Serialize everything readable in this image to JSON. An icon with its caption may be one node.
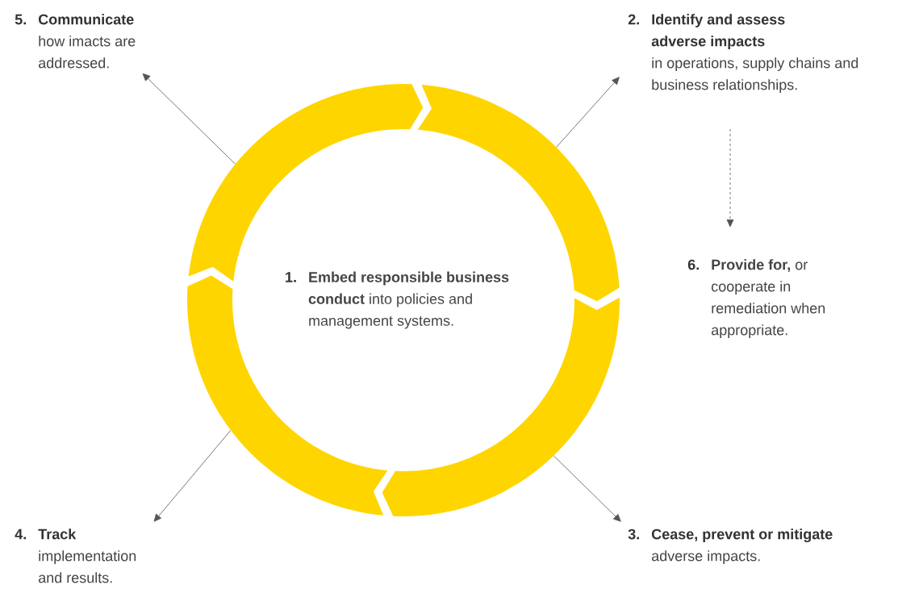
{
  "diagram": {
    "nodes": [
      {
        "text": [
          "1.",
          "**Embed responsible business conduct** into policies and management systems."
        ]
      },
      {
        "text": [
          "5.",
          "Communicate",
          "how imacts are addressed."
        ]
      },
      {
        "text": [
          "2.",
          "Identify and assess adverse impacts",
          "in operations, supply chains and business relationships."
        ]
      },
      {
        "text": [
          "6.",
          "**Provide for,** or cooperate in remediation when appropriate."
        ]
      },
      {
        "text": [
          "4.",
          "Track",
          "implementation and results."
        ]
      },
      {
        "text": [
          "3.",
          "Cease, prevent or mitigate",
          "adverse impacts."
        ]
      }
    ],
    "edges": [
      {
        "from": 0,
        "to": 1,
        "arrow": "to"
      },
      {
        "from": 0,
        "to": 2,
        "arrow": "to"
      },
      {
        "from": 2,
        "to": 3,
        "arrow": "to",
        "style": "dashed"
      },
      {
        "from": 0,
        "to": 4,
        "arrow": "to"
      },
      {
        "from": 0,
        "to": 5,
        "arrow": "to"
      }
    ]
  }
}
